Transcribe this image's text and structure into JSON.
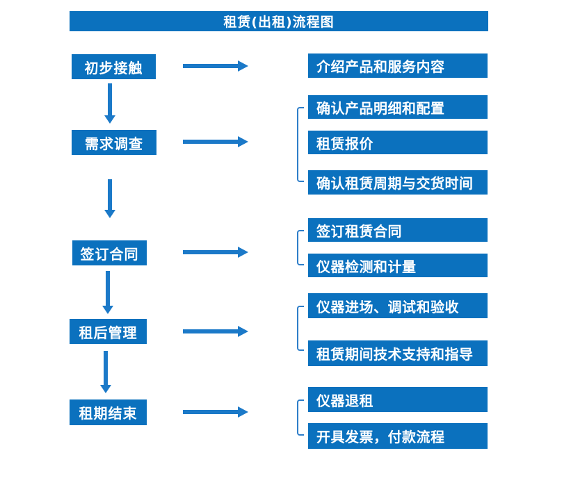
{
  "title": "租赁(出租)流程图",
  "colors": {
    "box_blue": "#0b71be",
    "arrow_blue": "#1b79c8",
    "bracket_blue": "#2e7ec9",
    "text_white": "#ffffff",
    "background": "#ffffff"
  },
  "icons": {
    "right_arrow": "right-arrow-icon",
    "down_arrow": "down-arrow-icon"
  },
  "steps": [
    {
      "label": "初步接触",
      "outputs": [
        "介绍产品和服务内容"
      ]
    },
    {
      "label": "需求调查",
      "outputs": [
        "确认产品明细和配置",
        "租赁报价",
        "确认租赁周期与交货时间"
      ]
    },
    {
      "label": "签订合同",
      "outputs": [
        "签订租赁合同",
        "仪器检测和计量"
      ]
    },
    {
      "label": "租后管理",
      "outputs": [
        "仪器进场、调试和验收",
        "租赁期间技术支持和指导"
      ]
    },
    {
      "label": "租期结束",
      "outputs": [
        "仪器退租",
        "开具发票，付款流程"
      ]
    }
  ]
}
